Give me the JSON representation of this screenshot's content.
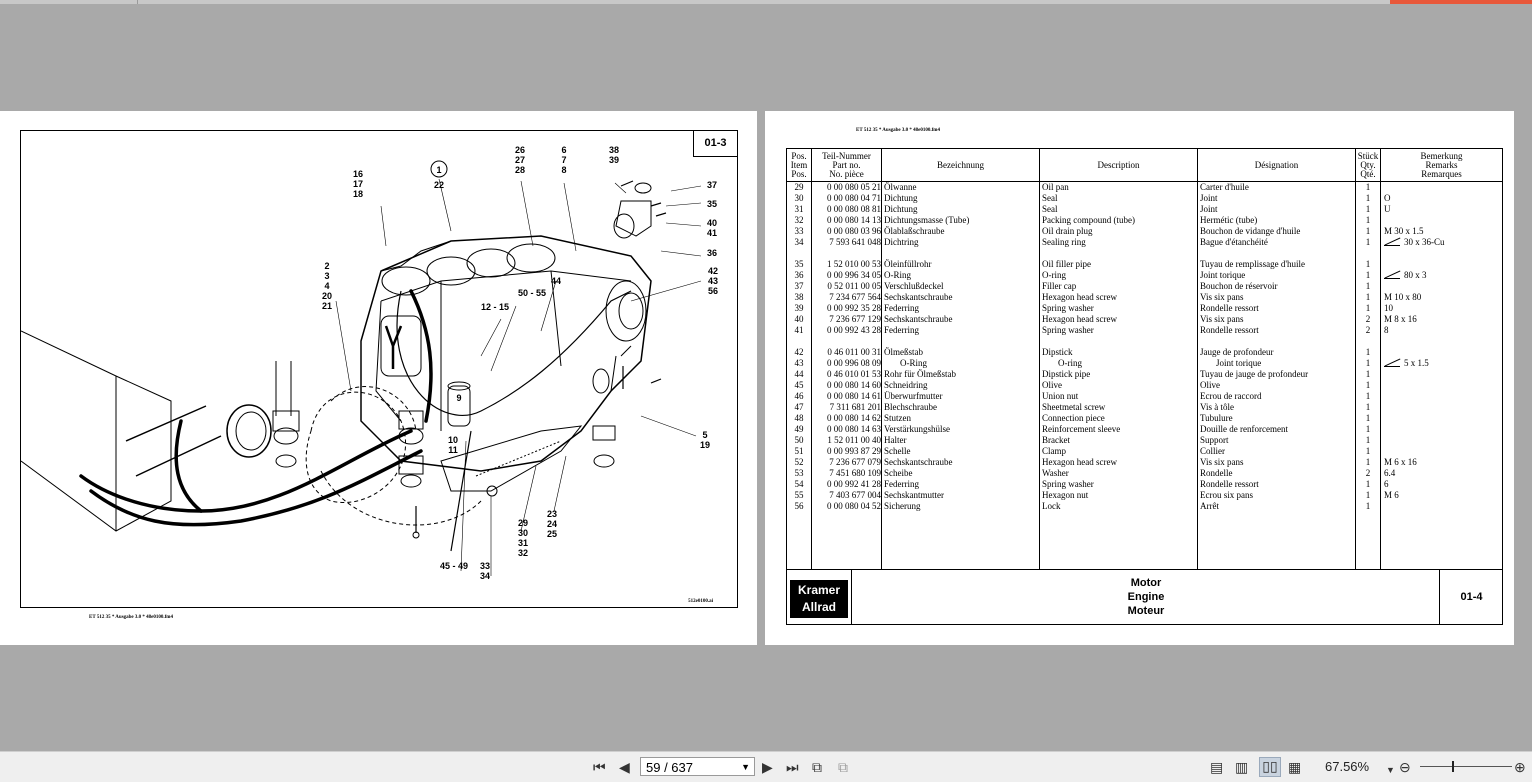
{
  "left_page": {
    "sheet_no": "01-3",
    "footer_code": "ET 512 35 * Ausgabe 3.0 * 48e0100.fm4",
    "drawing_ref": "512e0100.ai",
    "callouts": {
      "c1": "1",
      "c22": "22",
      "c16": "16\n17\n18",
      "c26": "26\n27\n28",
      "c6": "6\n7\n8",
      "c38": "38\n39",
      "c37": "37",
      "c35": "35",
      "c40": "40\n41",
      "c36": "36",
      "c42": "42\n43\n56",
      "c2": "2\n3\n4\n20\n21",
      "c12": "12 - 15",
      "c50": "50 - 55",
      "c44": "44",
      "c9": "9",
      "c10": "10\n11",
      "c5": "5\n19",
      "c23": "23\n24\n25",
      "c29": "29\n30\n31\n32",
      "c45": "45 - 49",
      "c33": "33\n34"
    }
  },
  "right_page": {
    "header_code": "ET 512 35 * Ausgabe 3.0 * 48e0100.fm4",
    "columns": {
      "pos": "Pos.\nItem\nPos.",
      "part": "Teil-Nummer\nPart no.\nNo. pièce",
      "de": "Bezeichnung",
      "en": "Description",
      "fr": "Désignation",
      "qty": "Stück\nQty.\nQté.",
      "rem": "Bemerkung\nRemarks\nRemarques"
    },
    "rows": [
      {
        "pos": "29",
        "part": "0 00 080 05 21",
        "de": "Ölwanne",
        "en": "Oil pan",
        "fr": "Carter d'huile",
        "qty": "1",
        "rem": ""
      },
      {
        "pos": "30",
        "part": "0 00 080 04 71",
        "de": "Dichtung",
        "en": "Seal",
        "fr": "Joint",
        "qty": "1",
        "rem": "O"
      },
      {
        "pos": "31",
        "part": "0 00 080 08 81",
        "de": "Dichtung",
        "en": "Seal",
        "fr": "Joint",
        "qty": "1",
        "rem": "U"
      },
      {
        "pos": "32",
        "part": "0 00 080 14 13",
        "de": "Dichtungsmasse (Tube)",
        "en": "Packing compound (tube)",
        "fr": "Hermétic (tube)",
        "qty": "1",
        "rem": ""
      },
      {
        "pos": "33",
        "part": "0 00 080 03 96",
        "de": "Ölablaßschraube",
        "en": "Oil drain plug",
        "fr": "Bouchon de vidange d'huile",
        "qty": "1",
        "rem": "M 30 x 1.5"
      },
      {
        "pos": "34",
        "part": "7 593 641 048",
        "de": "Dichtring",
        "en": "Sealing ring",
        "fr": "Bague d'étanchéité",
        "qty": "1",
        "rem": "30 x 36-Cu",
        "seal": true
      },
      {
        "pos": "35",
        "part": "1 52 010 00 53",
        "de": "Öleinfüllrohr",
        "en": "Oil filler pipe",
        "fr": "Tuyau de remplissage d'huile",
        "qty": "1",
        "rem": "",
        "gap": true
      },
      {
        "pos": "36",
        "part": "0 00 996 34 05",
        "de": "O-Ring",
        "en": "O-ring",
        "fr": "Joint torique",
        "qty": "1",
        "rem": "80 x 3",
        "seal": true
      },
      {
        "pos": "37",
        "part": "0 52 011 00 05",
        "de": "Verschlußdeckel",
        "en": "Filler cap",
        "fr": "Bouchon de réservoir",
        "qty": "1",
        "rem": ""
      },
      {
        "pos": "38",
        "part": "7 234 677 564",
        "de": "Sechskantschraube",
        "en": "Hexagon head screw",
        "fr": "Vis six pans",
        "qty": "1",
        "rem": "M 10 x 80"
      },
      {
        "pos": "39",
        "part": "0 00 992 35 28",
        "de": "Federring",
        "en": "Spring washer",
        "fr": "Rondelle ressort",
        "qty": "1",
        "rem": "10"
      },
      {
        "pos": "40",
        "part": "7 236 677 129",
        "de": "Sechskantschraube",
        "en": "Hexagon head screw",
        "fr": "Vis six pans",
        "qty": "2",
        "rem": "M 8 x 16"
      },
      {
        "pos": "41",
        "part": "0 00 992 43 28",
        "de": "Federring",
        "en": "Spring washer",
        "fr": "Rondelle ressort",
        "qty": "2",
        "rem": "8"
      },
      {
        "pos": "42",
        "part": "0 46 011 00 31",
        "de": "Ölmeßstab",
        "en": "Dipstick",
        "fr": "Jauge de profondeur",
        "qty": "1",
        "rem": "",
        "gap": true
      },
      {
        "pos": "43",
        "part": "0 00 996 08 09",
        "de": "O-Ring",
        "en": "O-ring",
        "fr": "Joint torique",
        "qty": "1",
        "rem": "5 x 1.5",
        "seal": true,
        "indent": true
      },
      {
        "pos": "44",
        "part": "0 46 010 01 53",
        "de": "Rohr für Ölmeßstab",
        "en": "Dipstick pipe",
        "fr": "Tuyau de jauge de profondeur",
        "qty": "1",
        "rem": ""
      },
      {
        "pos": "45",
        "part": "0 00 080 14 60",
        "de": "Schneidring",
        "en": "Olive",
        "fr": "Olive",
        "qty": "1",
        "rem": ""
      },
      {
        "pos": "46",
        "part": "0 00 080 14 61",
        "de": "Überwurfmutter",
        "en": "Union nut",
        "fr": "Ecrou de raccord",
        "qty": "1",
        "rem": ""
      },
      {
        "pos": "47",
        "part": "7 311 681 201",
        "de": "Blechschraube",
        "en": "Sheetmetal screw",
        "fr": "Vis à tôle",
        "qty": "1",
        "rem": ""
      },
      {
        "pos": "48",
        "part": "0 00 080 14 62",
        "de": "Stutzen",
        "en": "Connection piece",
        "fr": "Tubulure",
        "qty": "1",
        "rem": ""
      },
      {
        "pos": "49",
        "part": "0 00 080 14 63",
        "de": "Verstärkungshülse",
        "en": "Reinforcement sleeve",
        "fr": "Douille de renforcement",
        "qty": "1",
        "rem": ""
      },
      {
        "pos": "50",
        "part": "1 52 011 00 40",
        "de": "Halter",
        "en": "Bracket",
        "fr": "Support",
        "qty": "1",
        "rem": ""
      },
      {
        "pos": "51",
        "part": "0 00 993 87 29",
        "de": "Schelle",
        "en": "Clamp",
        "fr": "Collier",
        "qty": "1",
        "rem": ""
      },
      {
        "pos": "52",
        "part": "7 236 677 079",
        "de": "Sechskantschraube",
        "en": "Hexagon head screw",
        "fr": "Vis six pans",
        "qty": "1",
        "rem": "M 6 x 16"
      },
      {
        "pos": "53",
        "part": "7 451 680 109",
        "de": "Scheibe",
        "en": "Washer",
        "fr": "Rondelle",
        "qty": "2",
        "rem": "6.4"
      },
      {
        "pos": "54",
        "part": "0 00 992 41 28",
        "de": "Federring",
        "en": "Spring washer",
        "fr": "Rondelle ressort",
        "qty": "1",
        "rem": "6"
      },
      {
        "pos": "55",
        "part": "7 403 677 004",
        "de": "Sechskantmutter",
        "en": "Hexagon nut",
        "fr": "Ecrou six pans",
        "qty": "1",
        "rem": "M 6"
      },
      {
        "pos": "56",
        "part": "0 00 080 04 52",
        "de": "Sicherung",
        "en": "Lock",
        "fr": "Arrêt",
        "qty": "1",
        "rem": ""
      }
    ],
    "logo": "Kramer\nAllrad",
    "title": "Motor\nEngine\nMoteur",
    "sheet_no": "01-4"
  },
  "toolbar": {
    "page_value": "59 / 637",
    "zoom": "67.56%",
    "first_icon": "first-page-icon",
    "prev_icon": "previous-page-icon",
    "next_icon": "next-page-icon",
    "last_icon": "last-page-icon"
  }
}
